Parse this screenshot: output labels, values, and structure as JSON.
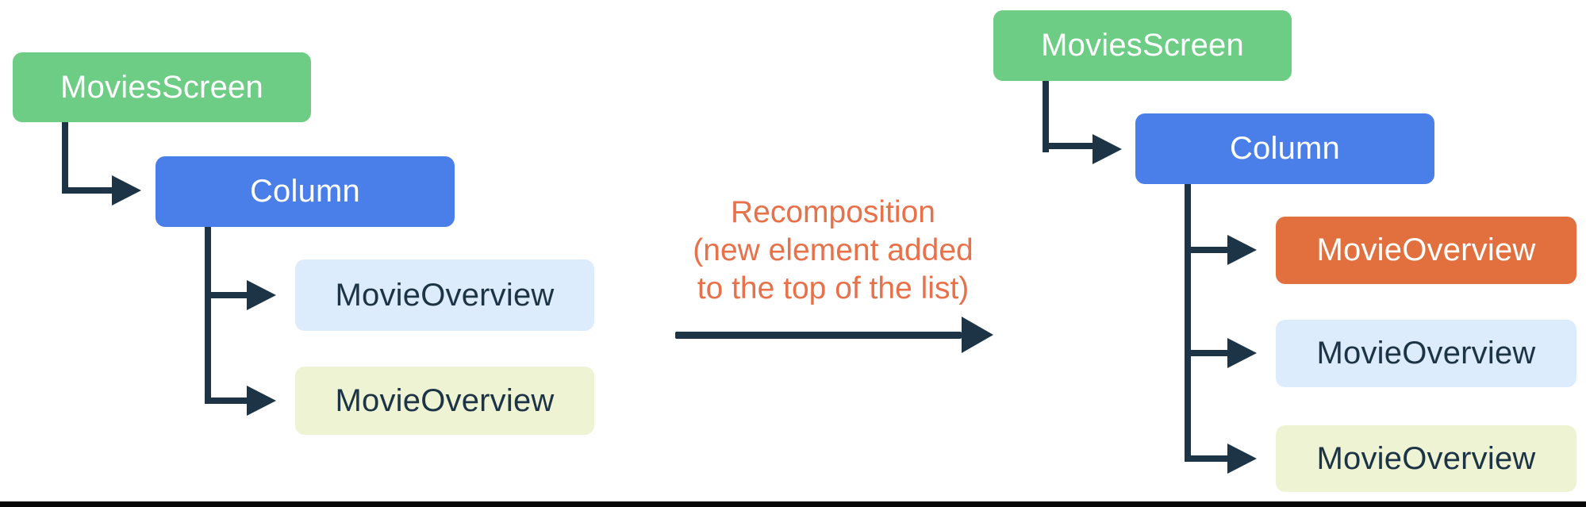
{
  "diagram": {
    "title_semantic": "Recomposition tree diagram",
    "colors": {
      "background": "#ffffff",
      "node_green": "#6ecd85",
      "node_blue": "#4a7fe9",
      "node_light_blue": "#dcecfc",
      "node_light_yellow": "#eef3d3",
      "node_orange": "#e1703e",
      "text_on_dark": "#ffffff",
      "text_on_light": "#1c3445",
      "connector": "#1c3445",
      "transition_text": "#e8714a",
      "bottom_bar": "#070707"
    },
    "left_tree": {
      "nodes": [
        {
          "label": "MoviesScreen",
          "bg": "#6ecd85",
          "fg": "#ffffff"
        },
        {
          "label": "Column",
          "bg": "#4a7fe9",
          "fg": "#ffffff"
        },
        {
          "label": "MovieOverview",
          "bg": "#dcecfc",
          "fg": "#1c3445"
        },
        {
          "label": "MovieOverview",
          "bg": "#eef3d3",
          "fg": "#1c3445"
        }
      ]
    },
    "right_tree": {
      "nodes": [
        {
          "label": "MoviesScreen",
          "bg": "#6ecd85",
          "fg": "#ffffff"
        },
        {
          "label": "Column",
          "bg": "#4a7fe9",
          "fg": "#ffffff"
        },
        {
          "label": "MovieOverview",
          "bg": "#e1703e",
          "fg": "#ffffff"
        },
        {
          "label": "MovieOverview",
          "bg": "#dcecfc",
          "fg": "#1c3445"
        },
        {
          "label": "MovieOverview",
          "bg": "#eef3d3",
          "fg": "#1c3445"
        }
      ]
    },
    "transition": {
      "label_lines": [
        "Recomposition",
        "(new element added",
        "to the top of the list)"
      ],
      "label_color": "#e8714a",
      "arrow_color": "#1c3445"
    }
  }
}
